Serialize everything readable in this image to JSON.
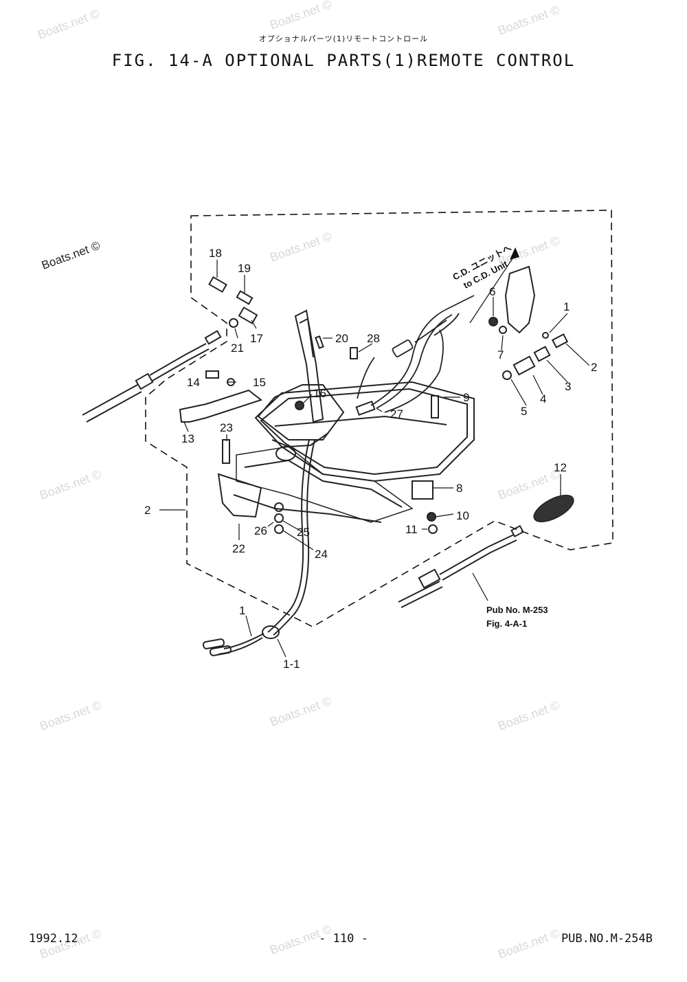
{
  "header": {
    "title_jp": "オプショナルパーツ(1)リモートコントロール",
    "title": "FIG. 14-A OPTIONAL PARTS(1)REMOTE CONTROL"
  },
  "callouts": {
    "c1": "1",
    "c1_1": "1-1",
    "c1b": "1",
    "c2": "2",
    "c2b": "2",
    "c3": "3",
    "c4": "4",
    "c5": "5",
    "c6": "6",
    "c7": "7",
    "c8": "8",
    "c9": "9",
    "c10": "10",
    "c11": "11",
    "c12": "12",
    "c13": "13",
    "c14": "14",
    "c15": "15",
    "c16": "16",
    "c17": "17",
    "c18": "18",
    "c19": "19",
    "c20": "20",
    "c21": "21",
    "c22": "22",
    "c23": "23",
    "c24": "24",
    "c25": "25",
    "c26": "26",
    "c27": "27",
    "c28": "28"
  },
  "annotations": {
    "cd_unit_jp": "C.D. ユニットへ",
    "cd_unit_en": "to C.D. Unit",
    "pub_ref_line1": "Pub No. M-253",
    "pub_ref_line2": "Fig. 4-A-1"
  },
  "footer": {
    "date": "1992.12",
    "page": "- 110 -",
    "pub": "PUB.NO.M-254B"
  },
  "watermark": "Boats.net ©"
}
